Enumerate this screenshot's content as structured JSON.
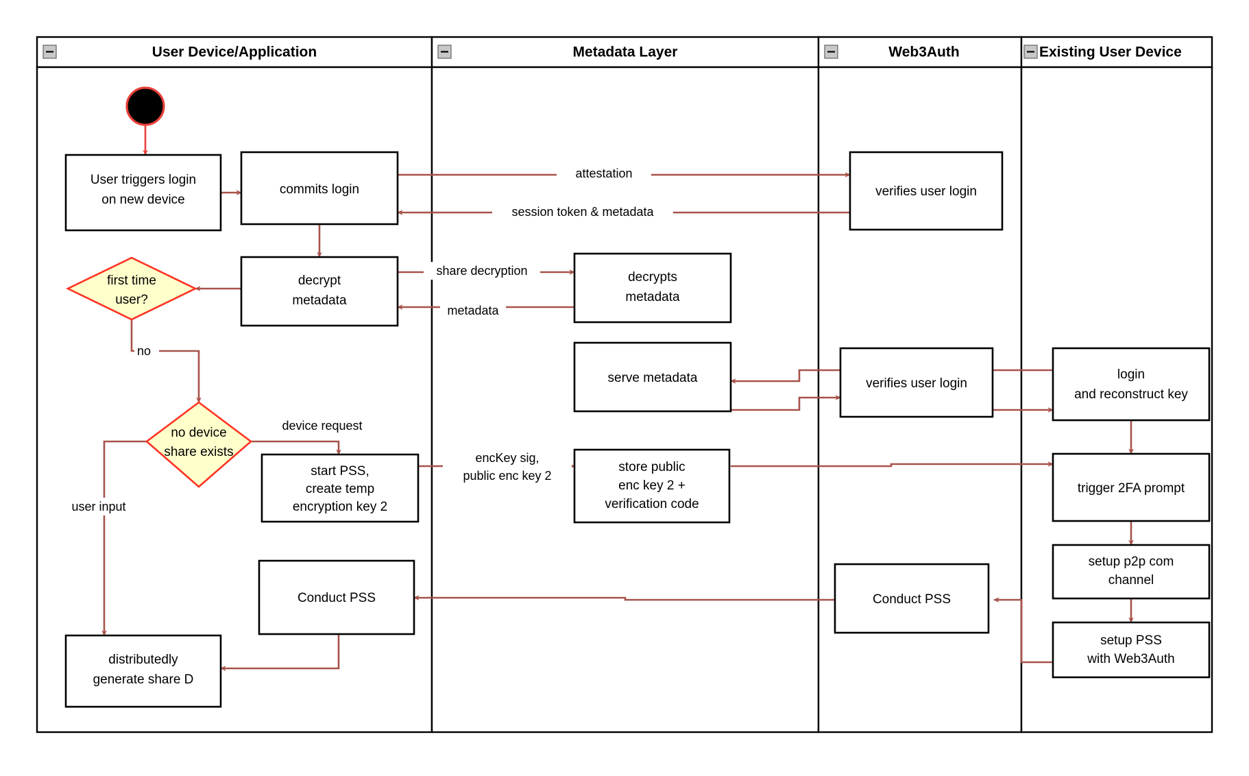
{
  "diagram": {
    "type": "swimlane-activity-diagram",
    "title": "Web3Auth new-device login and share recovery flow",
    "colors": {
      "lane_border": "#000000",
      "node_border": "#000000",
      "node_fill": "#ffffff",
      "decision_fill": "#ffffcc",
      "decision_border": "#ff3322",
      "edge": "#a7524a",
      "start_edge": "#e8413a",
      "background": "#ffffff",
      "collapse_icon_fill": "#c8c8c8"
    },
    "lanes": [
      {
        "id": "user-device",
        "title": "User Device/Application",
        "collapse_icon": "minus-box-icon"
      },
      {
        "id": "metadata-layer",
        "title": "Metadata Layer",
        "collapse_icon": "minus-box-icon"
      },
      {
        "id": "web3auth",
        "title": "Web3Auth",
        "collapse_icon": "minus-box-icon"
      },
      {
        "id": "existing-user-device",
        "title": "Existing User Device",
        "collapse_icon": "minus-box-icon"
      }
    ],
    "nodes": [
      {
        "id": "start",
        "lane": "user-device",
        "shape": "start-circle",
        "label": ""
      },
      {
        "id": "user-triggers-login",
        "lane": "user-device",
        "shape": "rect",
        "label": "User triggers login\non new device"
      },
      {
        "id": "commits-login",
        "lane": "user-device",
        "shape": "rect",
        "label": "commits login"
      },
      {
        "id": "decrypt-metadata",
        "lane": "user-device",
        "shape": "rect",
        "label": "decrypt\nmetadata"
      },
      {
        "id": "first-time-user",
        "lane": "user-device",
        "shape": "diamond",
        "label": "first time\nuser?"
      },
      {
        "id": "no-device-share-exists",
        "lane": "user-device",
        "shape": "diamond",
        "label": "no device\nshare exists"
      },
      {
        "id": "start-pss",
        "lane": "user-device",
        "shape": "rect",
        "label": "start PSS,\ncreate temp\nencryption key 2"
      },
      {
        "id": "conduct-pss-user",
        "lane": "user-device",
        "shape": "rect",
        "label": "Conduct PSS"
      },
      {
        "id": "distributedly-generate-share-d",
        "lane": "user-device",
        "shape": "rect",
        "label": "distributedly\ngenerate share D"
      },
      {
        "id": "decrypts-metadata",
        "lane": "metadata-layer",
        "shape": "rect",
        "label": "decrypts\nmetadata"
      },
      {
        "id": "serve-metadata",
        "lane": "metadata-layer",
        "shape": "rect",
        "label": "serve metadata"
      },
      {
        "id": "store-public-enc-key",
        "lane": "metadata-layer",
        "shape": "rect",
        "label": "store public\nenc key 2 +\nverification code"
      },
      {
        "id": "verifies-user-login-1",
        "lane": "web3auth",
        "shape": "rect",
        "label": "verifies user login"
      },
      {
        "id": "verifies-user-login-2",
        "lane": "web3auth",
        "shape": "rect",
        "label": "verifies user login"
      },
      {
        "id": "conduct-pss-web3auth",
        "lane": "web3auth",
        "shape": "rect",
        "label": "Conduct PSS"
      },
      {
        "id": "login-and-reconstruct-key",
        "lane": "existing-user-device",
        "shape": "rect",
        "label": "login\nand reconstruct key"
      },
      {
        "id": "trigger-2fa-prompt",
        "lane": "existing-user-device",
        "shape": "rect",
        "label": "trigger 2FA prompt"
      },
      {
        "id": "setup-p2p-com-channel",
        "lane": "existing-user-device",
        "shape": "rect",
        "label": "setup p2p com\nchannel"
      },
      {
        "id": "setup-pss-with-web3auth",
        "lane": "existing-user-device",
        "shape": "rect",
        "label": "setup PSS\nwith Web3Auth"
      }
    ],
    "edges": [
      {
        "from": "start",
        "to": "user-triggers-login",
        "label": ""
      },
      {
        "from": "user-triggers-login",
        "to": "commits-login",
        "label": ""
      },
      {
        "from": "commits-login",
        "to": "verifies-user-login-1",
        "label": "attestation"
      },
      {
        "from": "verifies-user-login-1",
        "to": "commits-login",
        "label": "session token & metadata"
      },
      {
        "from": "commits-login",
        "to": "decrypt-metadata",
        "label": ""
      },
      {
        "from": "decrypt-metadata",
        "to": "decrypts-metadata",
        "label": "share decryption"
      },
      {
        "from": "decrypts-metadata",
        "to": "decrypt-metadata",
        "label": "metadata"
      },
      {
        "from": "decrypt-metadata",
        "to": "first-time-user",
        "label": ""
      },
      {
        "from": "first-time-user",
        "to": "no-device-share-exists",
        "label": "no"
      },
      {
        "from": "no-device-share-exists",
        "to": "start-pss",
        "label": "device request"
      },
      {
        "from": "no-device-share-exists",
        "to": "distributedly-generate-share-d",
        "label": "user input"
      },
      {
        "from": "start-pss",
        "to": "store-public-enc-key",
        "label": "encKey sig,\npublic enc key 2"
      },
      {
        "from": "login-and-reconstruct-key",
        "to": "verifies-user-login-2",
        "label": ""
      },
      {
        "from": "verifies-user-login-2",
        "to": "serve-metadata",
        "label": ""
      },
      {
        "from": "serve-metadata",
        "to": "verifies-user-login-2",
        "label": ""
      },
      {
        "from": "verifies-user-login-2",
        "to": "login-and-reconstruct-key",
        "label": ""
      },
      {
        "from": "store-public-enc-key",
        "to": "trigger-2fa-prompt",
        "label": ""
      },
      {
        "from": "login-and-reconstruct-key",
        "to": "trigger-2fa-prompt",
        "label": ""
      },
      {
        "from": "trigger-2fa-prompt",
        "to": "setup-p2p-com-channel",
        "label": ""
      },
      {
        "from": "setup-p2p-com-channel",
        "to": "setup-pss-with-web3auth",
        "label": ""
      },
      {
        "from": "setup-pss-with-web3auth",
        "to": "conduct-pss-web3auth",
        "label": ""
      },
      {
        "from": "conduct-pss-web3auth",
        "to": "conduct-pss-user",
        "label": ""
      },
      {
        "from": "conduct-pss-user",
        "to": "distributedly-generate-share-d",
        "label": ""
      }
    ],
    "edge_labels": {
      "attestation": "attestation",
      "session_token": "session token & metadata",
      "share_decryption": "share decryption",
      "metadata": "metadata",
      "no": "no",
      "device_request": "device request",
      "user_input": "user input",
      "enc_key_line1": "encKey sig,",
      "enc_key_line2": "public enc key 2"
    },
    "node_labels": {
      "user_triggers_login_l1": "User triggers login",
      "user_triggers_login_l2": "on new device",
      "commits_login": "commits login",
      "decrypt_metadata_l1": "decrypt",
      "decrypt_metadata_l2": "metadata",
      "first_time_user_l1": "first time",
      "first_time_user_l2": "user?",
      "no_device_share_l1": "no device",
      "no_device_share_l2": "share exists",
      "start_pss_l1": "start PSS,",
      "start_pss_l2": "create temp",
      "start_pss_l3": "encryption key 2",
      "conduct_pss_user": "Conduct PSS",
      "distributedly_l1": "distributedly",
      "distributedly_l2": "generate share D",
      "decrypts_metadata_l1": "decrypts",
      "decrypts_metadata_l2": "metadata",
      "serve_metadata": "serve metadata",
      "store_public_l1": "store public",
      "store_public_l2": "enc key 2 +",
      "store_public_l3": "verification code",
      "verifies_user_login_1": "verifies user login",
      "verifies_user_login_2": "verifies user login",
      "conduct_pss_web3auth": "Conduct PSS",
      "login_reconstruct_l1": "login",
      "login_reconstruct_l2": "and reconstruct key",
      "trigger_2fa": "trigger 2FA prompt",
      "setup_p2p_l1": "setup p2p com",
      "setup_p2p_l2": "channel",
      "setup_pss_l1": "setup PSS",
      "setup_pss_l2": "with Web3Auth"
    },
    "lane_titles": {
      "user_device": "User Device/Application",
      "metadata_layer": "Metadata Layer",
      "web3auth": "Web3Auth",
      "existing_user_device": "Existing User Device"
    }
  }
}
